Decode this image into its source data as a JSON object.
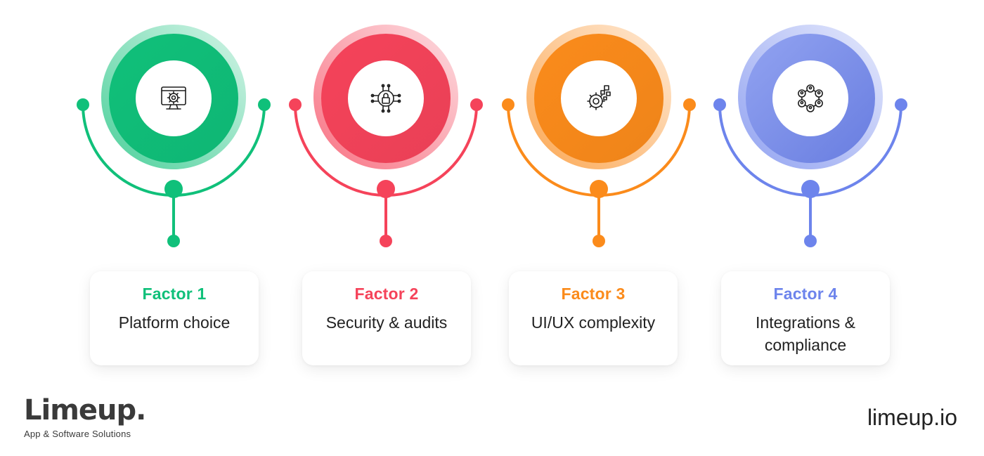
{
  "factors": [
    {
      "title": "Factor 1",
      "description": "Platform choice",
      "color": "#10c07a",
      "icon": "monitor-gear-icon"
    },
    {
      "title": "Factor 2",
      "description": "Security & audits",
      "color": "#f5435a",
      "icon": "lock-circuit-icon"
    },
    {
      "title": "Factor 3",
      "description": "UI/UX complexity",
      "color": "#fb8b1b",
      "icon": "gear-blocks-icon"
    },
    {
      "title": "Factor 4",
      "description": "Integrations & compliance",
      "color": "#6d84ec",
      "icon": "user-network-icon"
    }
  ],
  "brand": {
    "logo": "Limeup.",
    "tagline": "App & Software Solutions"
  },
  "website": "limeup.io"
}
